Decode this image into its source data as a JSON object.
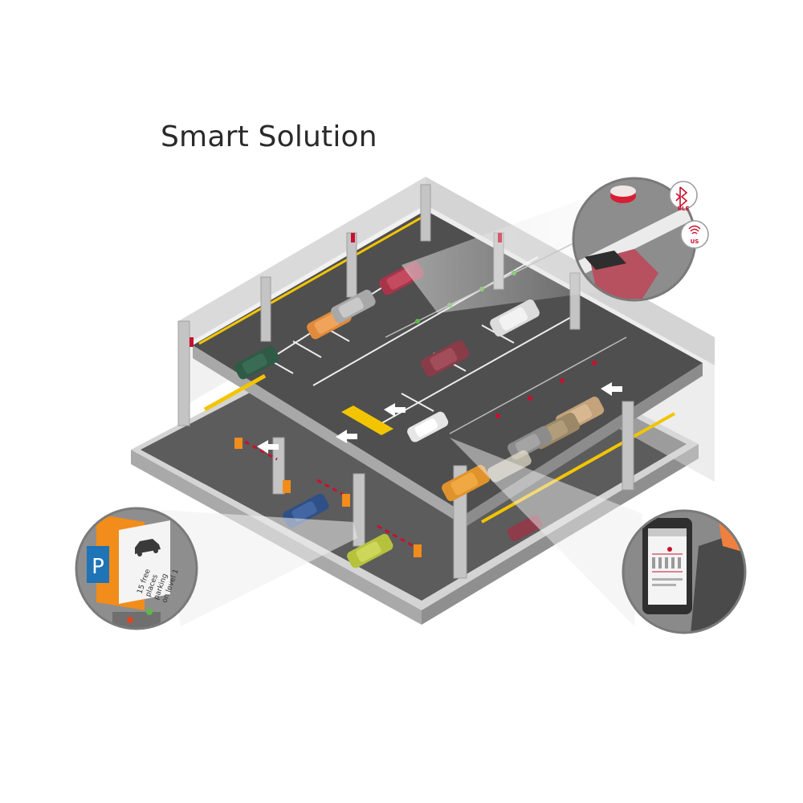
{
  "title": "Smart Solution",
  "sensor_callout": {
    "ble_badge": {
      "icon": "bluetooth-icon",
      "label": "BLE"
    },
    "us_badge": {
      "icon": "ultrasonic-wave-icon",
      "label": "US"
    }
  },
  "entrance_callout": {
    "parking_sign": "P",
    "display_lines": [
      "15 free",
      "places",
      "parking",
      "on level 1"
    ]
  },
  "phone_callout": {
    "icon": "smartphone-app-icon"
  },
  "colors": {
    "floor": "#5a5a5a",
    "concrete": "#b9b9b9",
    "accent_red": "#c8102e",
    "lane_yellow": "#f2c500",
    "sensor_green": "#5fb84a",
    "kiosk_orange": "#f28c1a",
    "sign_blue": "#1f73b7"
  }
}
